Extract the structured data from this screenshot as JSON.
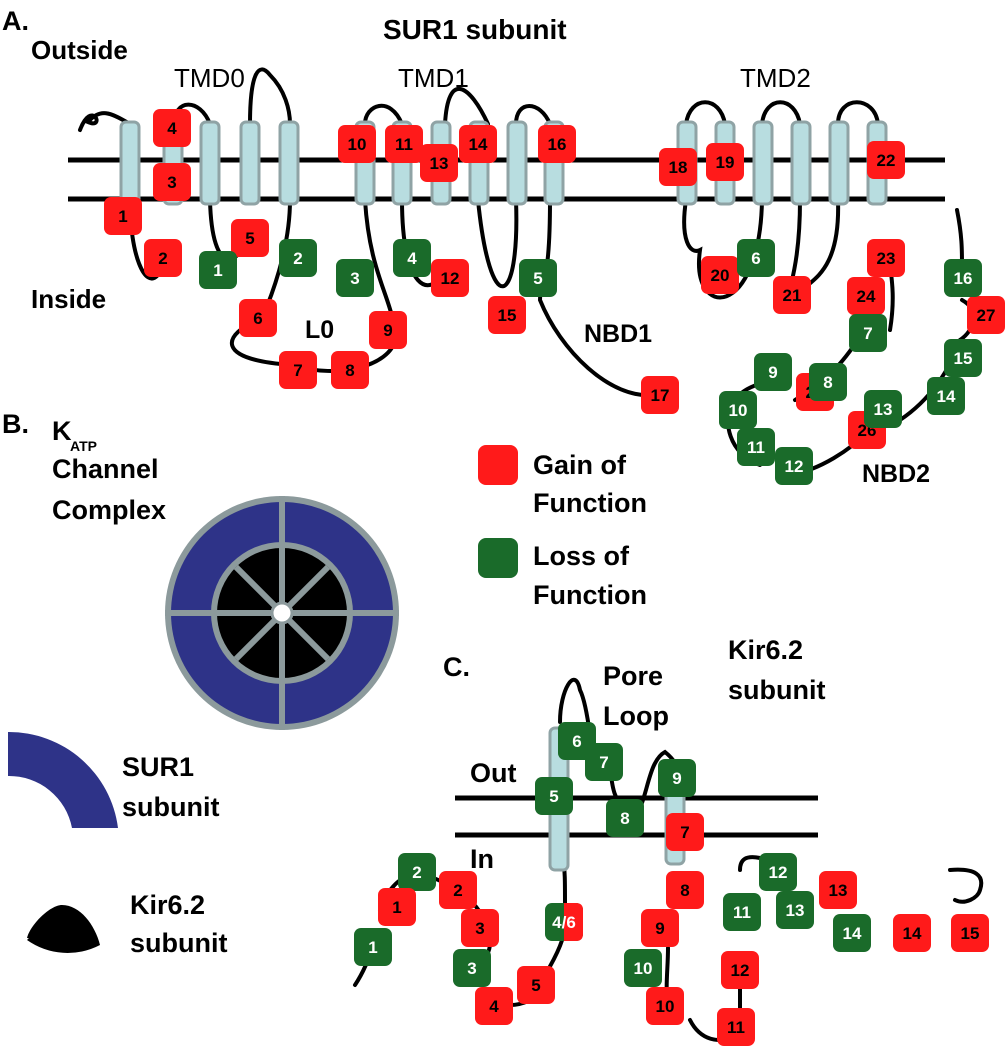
{
  "panelA": {
    "letter": "A.",
    "title": "SUR1 subunit",
    "outside": "Outside",
    "inside": "Inside",
    "tmd0": "TMD0",
    "tmd1": "TMD1",
    "tmd2": "TMD2",
    "l0": "L0",
    "nbd1": "NBD1",
    "nbd2": "NBD2"
  },
  "panelB": {
    "letter": "B.",
    "k": "K",
    "atp": "ATP",
    "line1": "Channel",
    "line2": "Complex",
    "sur1_line1": "SUR1",
    "sur1_line2": "subunit",
    "kir_line1": "Kir6.2",
    "kir_line2": "subunit"
  },
  "legend": {
    "gain_line1": "Gain of",
    "gain_line2": "Function",
    "loss_line1": "Loss of",
    "loss_line2": "Function"
  },
  "panelC": {
    "letter": "C.",
    "pore1": "Pore",
    "pore2": "Loop",
    "kir1": "Kir6.2",
    "kir2": "subunit",
    "out": "Out",
    "in": "In"
  },
  "colors": {
    "gain": "#ff1a1a",
    "loss": "#1a6b2a",
    "helix": "#b8dde0",
    "helix_border": "#8fa3a5",
    "sur": "#2e3388",
    "ring_border": "#8c9a9c"
  },
  "markers": [
    {
      "t": "gain",
      "text": "4"
    },
    {
      "t": "gain",
      "text": "3"
    },
    {
      "t": "gain",
      "text": "1"
    },
    {
      "t": "gain",
      "text": "2"
    },
    {
      "t": "gain",
      "text": "5"
    },
    {
      "t": "gain",
      "text": "6"
    },
    {
      "t": "gain",
      "text": "7"
    },
    {
      "t": "gain",
      "text": "8"
    },
    {
      "t": "gain",
      "text": "9"
    },
    {
      "t": "gain",
      "text": "10"
    },
    {
      "t": "gain",
      "text": "11"
    },
    {
      "t": "gain",
      "text": "13"
    },
    {
      "t": "gain",
      "text": "14"
    },
    {
      "t": "gain",
      "text": "16"
    },
    {
      "t": "gain",
      "text": "12"
    },
    {
      "t": "gain",
      "text": "15"
    },
    {
      "t": "gain",
      "text": "17"
    },
    {
      "t": "gain",
      "text": "18"
    },
    {
      "t": "gain",
      "text": "19"
    },
    {
      "t": "gain",
      "text": "22"
    },
    {
      "t": "gain",
      "text": "20"
    },
    {
      "t": "gain",
      "text": "21"
    },
    {
      "t": "gain",
      "text": "23"
    },
    {
      "t": "gain",
      "text": "24"
    },
    {
      "t": "gain",
      "text": "27"
    },
    {
      "t": "gain",
      "text": "25"
    },
    {
      "t": "gain",
      "text": "26"
    },
    {
      "t": "loss",
      "text": "1"
    },
    {
      "t": "loss",
      "text": "2"
    },
    {
      "t": "loss",
      "text": "3"
    },
    {
      "t": "loss",
      "text": "4"
    },
    {
      "t": "loss",
      "text": "5"
    },
    {
      "t": "loss",
      "text": "6"
    },
    {
      "t": "loss",
      "text": "7"
    },
    {
      "t": "loss",
      "text": "8"
    },
    {
      "t": "loss",
      "text": "9"
    },
    {
      "t": "loss",
      "text": "10"
    },
    {
      "t": "loss",
      "text": "11"
    },
    {
      "t": "loss",
      "text": "12"
    },
    {
      "t": "loss",
      "text": "13"
    },
    {
      "t": "loss",
      "text": "14"
    },
    {
      "t": "loss",
      "text": "15"
    },
    {
      "t": "loss",
      "text": "16"
    },
    {
      "t": "loss",
      "text": "2"
    },
    {
      "t": "gain",
      "text": "2"
    },
    {
      "t": "gain",
      "text": "1"
    },
    {
      "t": "loss",
      "text": "1"
    },
    {
      "t": "gain",
      "text": "3"
    },
    {
      "t": "loss",
      "text": "3"
    },
    {
      "t": "gain",
      "text": "4"
    },
    {
      "t": "gain",
      "text": "5"
    },
    {
      "t": "loss",
      "text": "6"
    },
    {
      "t": "loss",
      "text": "7"
    },
    {
      "t": "loss",
      "text": "5"
    },
    {
      "t": "loss",
      "text": "8"
    },
    {
      "t": "loss",
      "text": "9"
    },
    {
      "t": "split",
      "text": "4/6"
    },
    {
      "t": "gain",
      "text": "7"
    },
    {
      "t": "gain",
      "text": "8"
    },
    {
      "t": "gain",
      "text": "9"
    },
    {
      "t": "loss",
      "text": "10"
    },
    {
      "t": "gain",
      "text": "10"
    },
    {
      "t": "loss",
      "text": "11"
    },
    {
      "t": "loss",
      "text": "12"
    },
    {
      "t": "loss",
      "text": "13"
    },
    {
      "t": "gain",
      "text": "13"
    },
    {
      "t": "gain",
      "text": "12"
    },
    {
      "t": "gain",
      "text": "11"
    },
    {
      "t": "loss",
      "text": "14"
    },
    {
      "t": "gain",
      "text": "14"
    },
    {
      "t": "gain",
      "text": "15"
    }
  ]
}
